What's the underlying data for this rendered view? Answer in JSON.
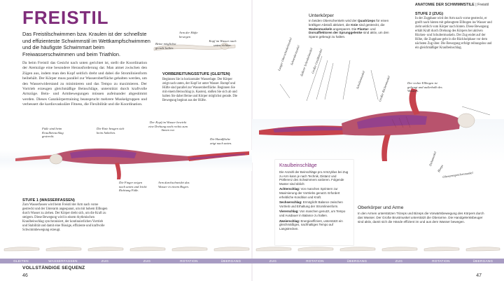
{
  "running_head": {
    "section": "ANATOMIE DER SCHWIMMSTILE",
    "page_topic": "Freistil"
  },
  "title": "FREISTIL",
  "intro": "Das Freistilschwimmen bzw. Kraulen ist der schnellste und effizienteste Schwimmstil im Wettkampfschwimmen und die häufigste Schwimmart beim Freiwasserschwimmen und beim Triathlon.",
  "body": "Da beim Freistil das Gesicht nach unten gerichtet ist, stellt die Koordination der Atemzüge eine besondere Herausforderung dar. Man atmet zwischen den Zügen aus, indem man den Kopf seitlich dreht und dabei die Stromlinienform beibehält. Der Körper muss parallel zur Wasseroberfläche gehalten werden, um den Wasserwiderstand zu minimieren und das Tempo zu maximieren. Der Vortrieb erzeugen gleichmäßige Beinschläge, unterstützt durch kraftvolle Armzüge. Bein- und Armbewegungen müssen aufeinander abgestimmt werden. Dieses Ganzkörpertraining beansprucht mehrere Muskelgruppen und verbessert die kardiovaskuläre Fitness, die Flexibilität und die Koordination.",
  "captions": {
    "arms_hip": "Arm der Hüfte bewegen",
    "head_water": "Kopf im Wasser nach unten richten.",
    "legs_straight": "Beine möglichst gerade halten.",
    "feet_stretched": "Füße sind beim Kraulbeinschlag gestreckt.",
    "knees_bend": "Die Knie beugen sich beim Anheben.",
    "head_turn": "Der Kopf im Wasser bewirkt eine Drehung nach rechts zum Atmen vor.",
    "hands_flat": "Die Handfläche zeigt nach unten.",
    "fingers": "Die Finger zeigen nach unten und leicht Richtung Füße.",
    "arm_stroke": "Arm durchschneidet das Wasser in einem Bogen.",
    "right_elbow": "Der rechte Ellbogen ist gebeugt und außerhalb des Wassers."
  },
  "stage_prep": {
    "title": "VORBEREITUNGSSTUFE (GLEITEN)",
    "text": "Beginnen Sie in horizontaler Wasserlage. Der Körper zeigt nach unten, der Kopf ist unter Wasser. Rumpf und Hüfte sind parallel zur Wasseroberfläche. Beginnen Sie mit einem Beinschlag (s. Kasten), stoßen Sie sich ab und halten Sie dabei Beine und Körper möglichst gerade. Die Bewegung beginnt aus der Hüfte."
  },
  "stage1": {
    "title": "STUFE 1 (WASSERFASSEN)",
    "text": "Zum Wasserfassen wird beim Freistil der Arm nach vorne gestreckt und der Unterarm angespannt, um mit hohem Ellbogen durch Wasser zu ziehen. Der Körper dreht sich, um die Kraft zu steigern. Diese Bewegung wird in einem rhythmischen Kraulbeinschlag synchronisiert, der kontinuierlichen Vortrieb und Stabilität und damit eine flüssige, effiziente und kraftvolle Schwimmbewegung erzeugt."
  },
  "stage2": {
    "title": "STUFE 2 (ZUG)",
    "text": "In der Zugphase wird der Arm nach vorne gestreckt, er greift nach hinten mit gebeugtem Ellbogen ins Wasser und zieht seitlich vom Körper nach hinten. Diese Bewegung erhält Kraft durch Drehung des Körpers bei aktiven Rücken- und Schultermuskeln. Der Zug endet auf der Höhe, die Zugphase geht in die Rückholphase vor dem nächsten Zug über. Die Bewegung erfolgt reibungslos und ein gleichmäßiger Kraulbeinschlag."
  },
  "lower_body": {
    "title": "Unterkörper",
    "text_a": "In beiden Oberschenkeln wird der ",
    "bold_a": "Quadrizeps",
    "text_b": " für einen kräftigen Abstoß aktiviert, die ",
    "bold_b": "Knie",
    "text_c": " sind gestreckt, die ",
    "bold_c": "Wadenmuskeln",
    "text_d": " angespannt. Die ",
    "bold_d": "Plantar-",
    "text_e": " und ",
    "bold_e": "Dorsalflektoren der Sprunggelenke",
    "text_f": " sind aktiv, um den Spann gebeugt zu halten."
  },
  "upper_body": {
    "title": "Oberkörper und Arme",
    "text": "In den Armen unterstützen Trizeps und Bizeps die Vorwärtsbewegung des Körpers durch das Wasser. Der Große Brustmuskel unterstützt die Oberarme. Die Handgelenksbeuger sind aktiv, damit sich die Hände effizient im und aus dem Wasser bewegen."
  },
  "crawl_box": {
    "title": "Kraulbeinschläge",
    "intro": "Die Anzahl der Beinschläge pro Armzyklus bei Zug zu Arm kann je nach Technik, Distanz und Präferenz des Schwimmers variieren. Folgende Muster sind üblich:",
    "items": [
      {
        "term": "Achterschlag:",
        "text": " Von manchen Sprintern zur Maximierung der Vortriebs genutzt. Erfordert erhebliche Kondition und Kraft."
      },
      {
        "term": "Sechserschlag:",
        "text": " Ermöglicht Balance zwischen Vortrieb und Erhaltung der Stromlinienform."
      },
      {
        "term": "Viererschlag:",
        "text": " Von manchen genutzt, um Tempo und Ausdauer in Balance zu halten."
      },
      {
        "term": "Zweierschlag:",
        "text": " Energieeffizient, unterstützt ein gleichmäßiges, nachhaltiges Tempo auf Langstrecken."
      }
    ]
  },
  "muscle_labels": {
    "ham": "Langer Oberschenkelmuskel",
    "rect": "Schneidermuskel",
    "vast": "Äußerer Schenkelmuskel",
    "glute": "Großer Gesäßmuskel",
    "soleus": "Schollenmuskel",
    "lat": "Großer Rückenmuskel",
    "delt": "Deltamuskel",
    "brachi": "Bizeps",
    "ober": "Oberarmspeichenmuskel"
  },
  "sequence": {
    "label": "VOLLSTÄNDIGE SEQUENZ",
    "phases": [
      "GLEITEN",
      "WASSERFASSEN",
      "ZUG",
      "ZUG",
      "ROTATION",
      "ÜBERGANG",
      "ZUG",
      "ROTATION",
      "ÜBERGANG",
      "ZUG",
      "ROTATION",
      "ÜBERGANG"
    ]
  },
  "folio": {
    "left": "46",
    "right": "47"
  },
  "colors": {
    "accent": "#7f2c7a",
    "bar": "#a89cc3",
    "muscle_red": "#c6434d",
    "muscle_purple": "#8e3e91",
    "skin": "#d9cfc2"
  }
}
